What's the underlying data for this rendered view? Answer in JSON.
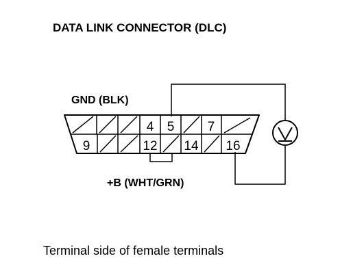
{
  "title": "DATA LINK CONNECTOR (DLC)",
  "gnd_label": "GND (BLK)",
  "b_label": "+B (WHT/GRN)",
  "caption": "Terminal side of female terminals",
  "meter_symbol": "V",
  "top_row_terminals": [
    "",
    "",
    "",
    "4",
    "5",
    "",
    "7",
    ""
  ],
  "bottom_row_terminals": [
    "9",
    "",
    "",
    "12",
    "",
    "14",
    "",
    "16"
  ],
  "colors": {
    "ink": "#000000",
    "background": "#ffffff"
  }
}
